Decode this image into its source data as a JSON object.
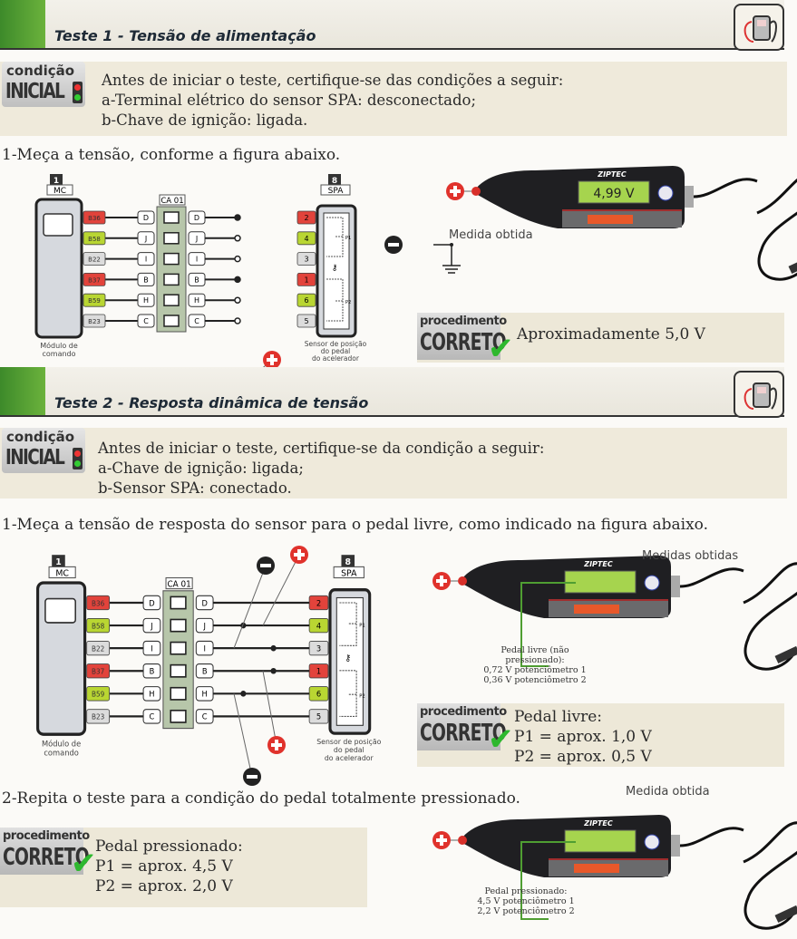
{
  "test1": {
    "title": "Teste 1 - Tensão de alimentação",
    "condition": {
      "badge_top": "condição",
      "badge_bottom": "INICIAL",
      "lines": [
        "Antes de iniciar o teste, certifique-se das condições a seguir:",
        "a-Terminal elétrico do sensor SPA: desconectado;",
        "b-Chave de ignição: ligada."
      ]
    },
    "step": "1-Meça a tensão, conforme a figura  abaixo.",
    "meter_reading": "4,99 V",
    "measure_label": "Medida obtida",
    "result": {
      "badge_top": "procedimento",
      "badge_bottom": "CORRETO",
      "lines": [
        "Aproximadamente 5,0 V"
      ]
    }
  },
  "test2": {
    "title": "Teste 2 - Resposta dinâmica de tensão",
    "condition": {
      "badge_top": "condição",
      "badge_bottom": "INICIAL",
      "lines": [
        "Antes de iniciar o teste, certifique-se da condição a seguir:",
        "a-Chave de ignição: ligada;",
        "b-Sensor SPA: conectado."
      ]
    },
    "step1": "1-Meça a tensão de resposta do sensor para o pedal livre, como indicado na figura abaixo.",
    "measure_label_1": "Medidas obtidas",
    "note_1": [
      "Pedal livre (não pressionado):",
      "0,72 V potenciômetro 1",
      "0,36 V potenciômetro 2"
    ],
    "result_1": {
      "badge_top": "procedimento",
      "badge_bottom": "CORRETO",
      "lines": [
        "Pedal livre:",
        "P1 = aprox. 1,0 V",
        "P2 = aprox. 0,5 V"
      ]
    },
    "step2": "2-Repita o teste para a condição do pedal totalmente pressionado.",
    "measure_label_2": "Medida obtida",
    "note_2": [
      "Pedal pressionado:",
      "4,5 V potenciômetro 1",
      "2,2 V potenciômetro 2"
    ],
    "result_2": {
      "badge_top": "procedimento",
      "badge_bottom": "CORRETO",
      "lines": [
        "Pedal pressionado:",
        "P1 = aprox. 4,5 V",
        "P2 = aprox. 2,0 V"
      ]
    }
  },
  "diagram": {
    "mc_number": "1",
    "mc_tag": "MC",
    "connector_tag": "CA 01",
    "spa_number": "8",
    "spa_tag": "SPA",
    "mc_pins": [
      "B36",
      "B58",
      "B22",
      "B37",
      "B59",
      "B23"
    ],
    "connector_letters": [
      "D",
      "J",
      "I",
      "B",
      "H",
      "C"
    ],
    "spa_pins": [
      "2",
      "4",
      "3",
      "1",
      "6",
      "5"
    ],
    "pin_colors": [
      "#e2433b",
      "#b9d632",
      "#dcdcdc",
      "#e2433b",
      "#b9d632",
      "#dcdcdc"
    ],
    "mc_label": [
      "Módulo de",
      "comando"
    ],
    "spa_label": [
      "Sensor de posição",
      "do pedal",
      "do acelerador"
    ],
    "pot_labels": [
      "P1",
      "P2"
    ]
  },
  "meter_brand": "ZIPTEC",
  "colors": {
    "accent_green": "#4f9e32",
    "plus_red": "#e0322c",
    "minus_black": "#222222",
    "display_green": "#a6d44e"
  }
}
